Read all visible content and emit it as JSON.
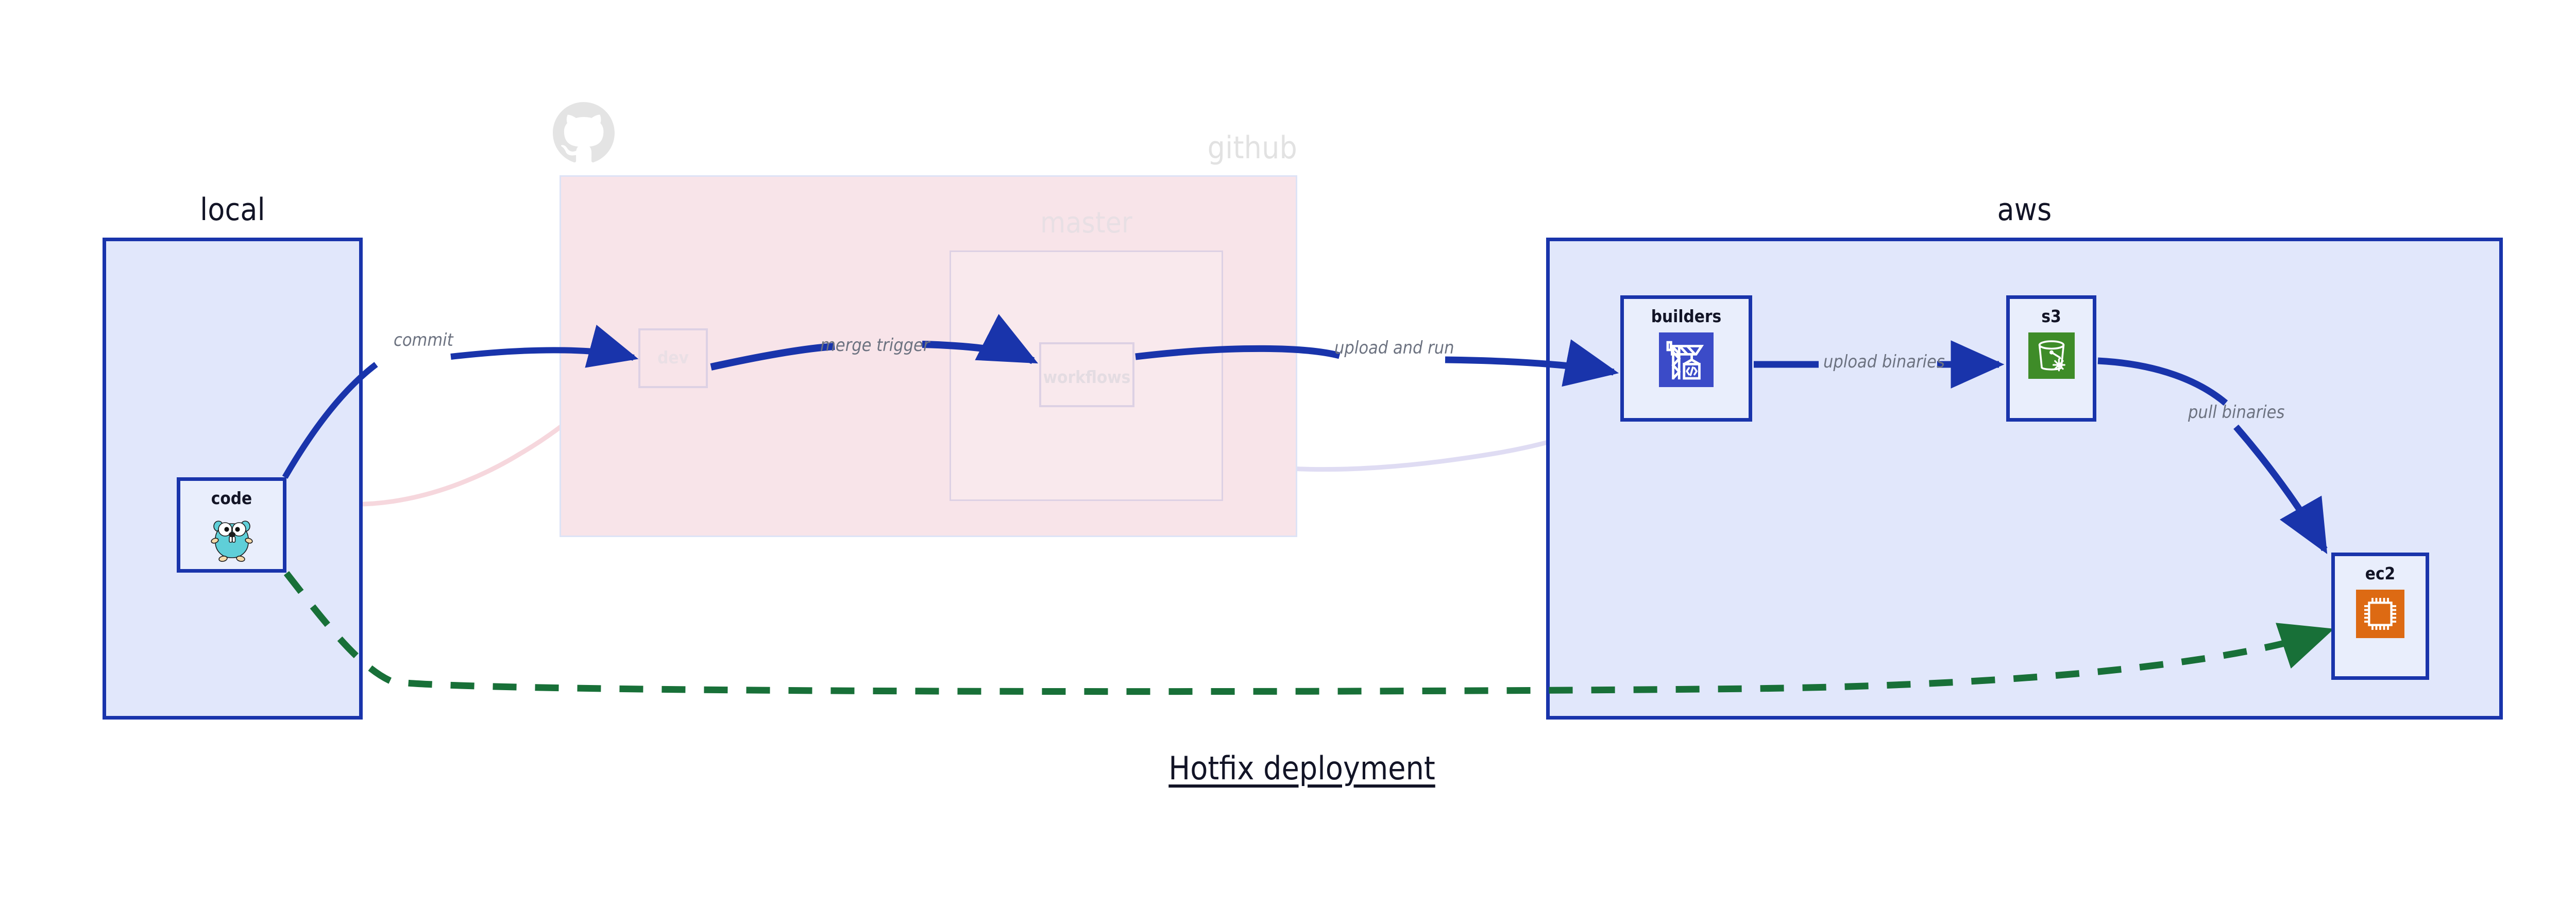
{
  "diagram": {
    "title": "Hotfix deployment",
    "colors": {
      "primary_blue": "#1934ab",
      "cluster_blue_fill": "#e1e7fb",
      "github_pink_fill": "#f8e4e9",
      "node_fill": "#e9eefc",
      "label_gray": "#6c7280",
      "faded_gray": "#e2e2e2",
      "green_dashed": "#187038",
      "builders_icon_bg": "#3b4bc8",
      "s3_icon_bg": "#3e8c28",
      "ec2_icon_bg": "#dd6a13",
      "gopher_teal": "#5fcfd8"
    }
  },
  "clusters": [
    {
      "id": "local",
      "label": "local",
      "style": "solid"
    },
    {
      "id": "github",
      "label": "github",
      "style": "faded"
    },
    {
      "id": "master",
      "label": "master",
      "style": "faded"
    },
    {
      "id": "aws",
      "label": "aws",
      "style": "solid"
    }
  ],
  "nodes": [
    {
      "id": "code",
      "label": "code",
      "icon": "go-gopher-icon",
      "state": "solid"
    },
    {
      "id": "dev",
      "label": "dev",
      "icon": "none",
      "state": "faded"
    },
    {
      "id": "workflows",
      "label": "workflows",
      "icon": "none",
      "state": "faded"
    },
    {
      "id": "builders",
      "label": "builders",
      "icon": "aws-codebuild-icon",
      "state": "solid"
    },
    {
      "id": "s3",
      "label": "s3",
      "icon": "aws-s3-glacier-icon",
      "state": "solid"
    },
    {
      "id": "ec2",
      "label": "ec2",
      "icon": "aws-ec2-chip-icon",
      "state": "solid"
    }
  ],
  "edges": [
    {
      "id": "commit",
      "label": "commit",
      "from": "code",
      "to": "dev",
      "style": "solid-blue"
    },
    {
      "id": "merge-trigger",
      "label": "merge trigger",
      "from": "dev",
      "to": "workflows",
      "style": "solid-blue"
    },
    {
      "id": "upload-and-run",
      "label": "upload and run",
      "from": "workflows",
      "to": "builders",
      "style": "solid-blue"
    },
    {
      "id": "upload-binaries",
      "label": "upload binaries",
      "from": "builders",
      "to": "s3",
      "style": "solid-blue"
    },
    {
      "id": "pull-binaries",
      "label": "pull binaries",
      "from": "s3",
      "to": "ec2",
      "style": "solid-blue"
    },
    {
      "id": "hotfix-direct",
      "label": "",
      "from": "code",
      "to": "ec2",
      "style": "dashed-green"
    }
  ],
  "github_logo": {
    "name": "github-octocat-icon"
  }
}
